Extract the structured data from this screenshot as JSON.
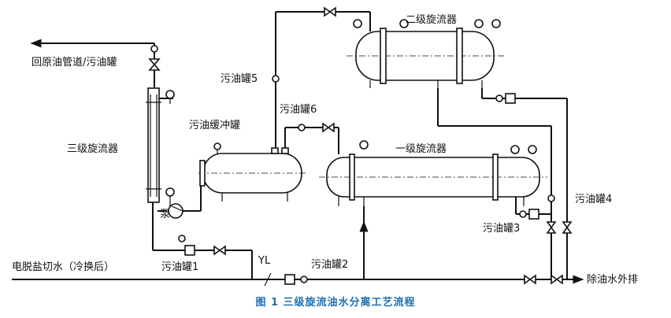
{
  "labels": {
    "return_pipeline": "回原油管道/污油罐",
    "tertiary_cyclone": "三级旋流器",
    "sludge_buffer_tank": "污油缓冲罐",
    "secondary_cyclone": "二级旋流器",
    "primary_cyclone": "一级旋流器",
    "sludge_tank_1": "污油罐1",
    "sludge_tank_2": "污油罐2",
    "sludge_tank_3": "污油罐3",
    "sludge_tank_4": "污油罐4",
    "sludge_tank_5": "污油罐5",
    "sludge_tank_6": "污油罐6",
    "pump": "泵",
    "yl": "YL",
    "inlet": "电脱盐切水（冷换后）",
    "outlet": "除油水外排"
  },
  "caption": "图 1   三级旋流油水分离工艺流程",
  "colors": {
    "line": "#111111",
    "caption": "#1f6fb2"
  }
}
